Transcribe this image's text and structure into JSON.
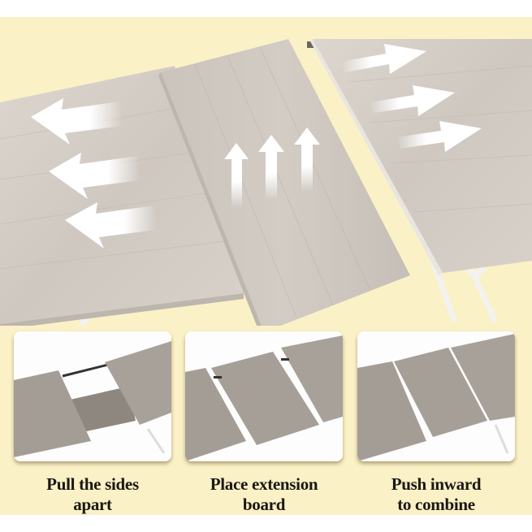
{
  "colors": {
    "background": "#fbf1c6",
    "wood_light": "#d9d3cc",
    "wood_panel": "#a9a29b",
    "frame": "#f4f4f2",
    "arrow": "#ffffff",
    "caption_text": "#1a1712"
  },
  "hero": {
    "left_arrows": [
      "arrow-left",
      "arrow-left",
      "arrow-left"
    ],
    "center_arrows": [
      "arrow-up",
      "arrow-up",
      "arrow-up"
    ],
    "right_arrows": [
      "arrow-right",
      "arrow-right",
      "arrow-right"
    ]
  },
  "steps": [
    {
      "line1": "Pull the sides",
      "line2": "apart"
    },
    {
      "line1": "Place extension",
      "line2": "board"
    },
    {
      "line1": "Push inward",
      "line2": "to combine"
    }
  ]
}
